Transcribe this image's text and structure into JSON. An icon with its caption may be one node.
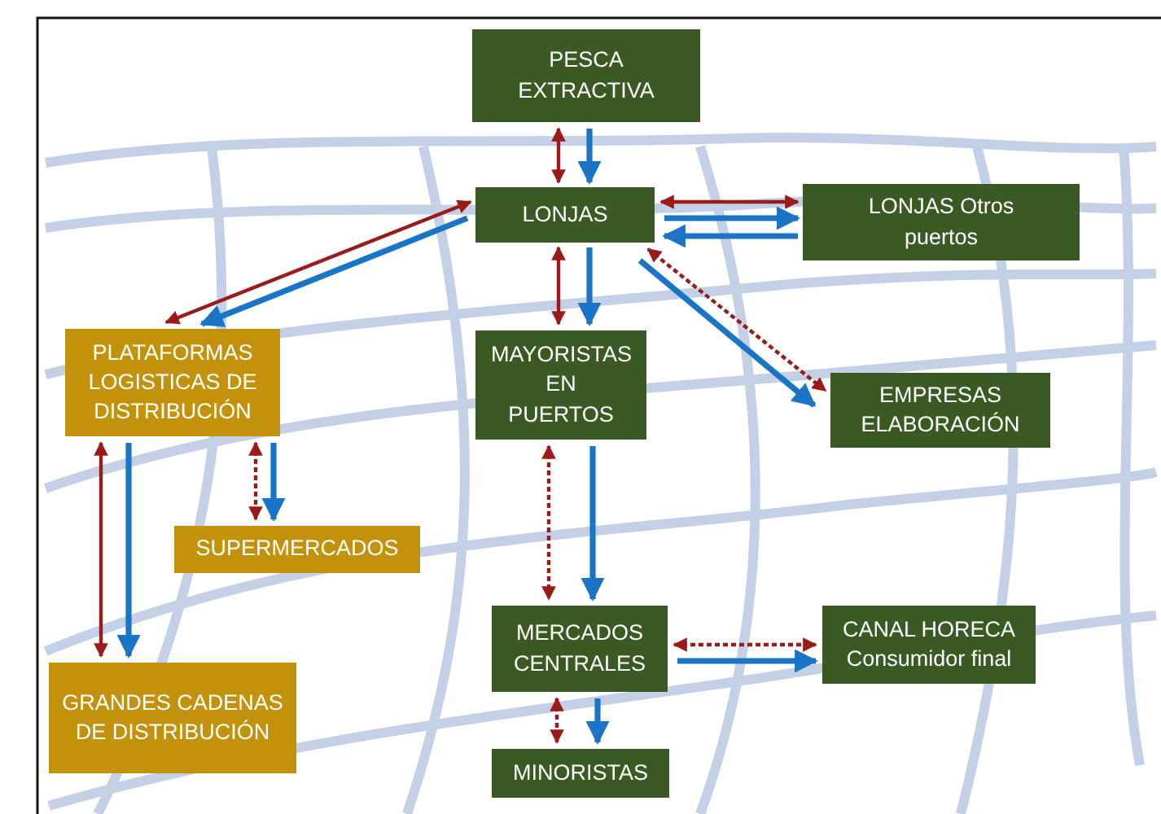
{
  "diagram": {
    "nodes": [
      {
        "text": [
          "PESCA EXTRACTIVA"
        ]
      },
      {
        "text": [
          "LONJAS"
        ]
      },
      {
        "text": [
          "LONJAS Otros puertos"
        ]
      },
      {
        "text": [
          "PLATAFORMAS LOGISTICAS DE DISTRIBUCIÓN"
        ]
      },
      {
        "text": [
          "MAYORISTAS EN PUERTOS"
        ]
      },
      {
        "text": [
          "EMPRESAS ELABORACIÓN"
        ]
      },
      {
        "text": [
          "SUPERMERCADOS"
        ]
      },
      {
        "text": [
          "MERCADOS CENTRALES"
        ]
      },
      {
        "text": [
          "CANAL HORECA Consumidor final"
        ]
      },
      {
        "text": [
          "GRANDES CADENAS DE DISTRIBUCIÓN"
        ]
      },
      {
        "text": [
          "MINORISTAS"
        ]
      }
    ],
    "edges": [
      {
        "from": 0,
        "to": 1,
        "arrow": "both",
        "color": "#9b1b1b"
      },
      {
        "from": 0,
        "to": 1,
        "arrow": "to"
      },
      {
        "from": 1,
        "to": 2,
        "arrow": "both",
        "color": "#9b1b1b"
      },
      {
        "from": 1,
        "to": 2,
        "arrow": "to"
      },
      {
        "from": 2,
        "to": 1,
        "arrow": "to"
      },
      {
        "from": 1,
        "to": 3,
        "arrow": "both",
        "color": "#9b1b1b"
      },
      {
        "from": 1,
        "to": 3,
        "arrow": "to"
      },
      {
        "from": 1,
        "to": 4,
        "arrow": "both",
        "color": "#9b1b1b"
      },
      {
        "from": 1,
        "to": 4,
        "arrow": "to"
      },
      {
        "from": 1,
        "to": 5,
        "arrow": "both",
        "style": "dashed",
        "color": "#9b1b1b"
      },
      {
        "from": 1,
        "to": 5,
        "arrow": "to"
      },
      {
        "from": 3,
        "to": 6,
        "arrow": "both",
        "style": "dashed",
        "color": "#9b1b1b"
      },
      {
        "from": 3,
        "to": 6,
        "arrow": "to"
      },
      {
        "from": 3,
        "to": 9,
        "arrow": "both",
        "color": "#9b1b1b"
      },
      {
        "from": 3,
        "to": 9,
        "arrow": "to"
      },
      {
        "from": 4,
        "to": 7,
        "arrow": "both",
        "style": "dashed",
        "color": "#9b1b1b"
      },
      {
        "from": 4,
        "to": 7,
        "arrow": "to"
      },
      {
        "from": 7,
        "to": 8,
        "arrow": "both",
        "style": "dashed",
        "color": "#9b1b1b"
      },
      {
        "from": 7,
        "to": 8,
        "arrow": "to"
      },
      {
        "from": 7,
        "to": 10,
        "arrow": "both",
        "style": "dashed",
        "color": "#9b1b1b"
      },
      {
        "from": 7,
        "to": 10,
        "arrow": "to"
      }
    ]
  }
}
